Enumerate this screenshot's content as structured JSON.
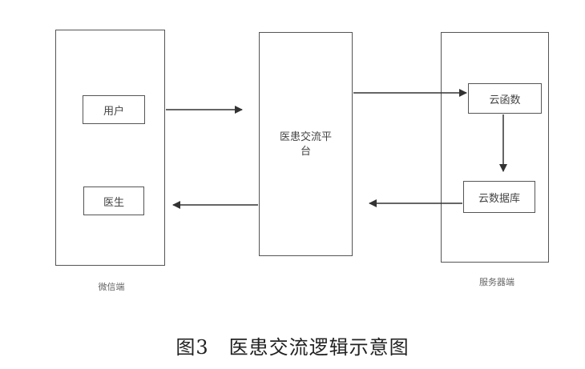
{
  "diagram": {
    "wechat_panel": {
      "caption": "微信端",
      "user_label": "用户",
      "doctor_label": "医生"
    },
    "platform": {
      "line1": "医患交流平",
      "line2": "台"
    },
    "server_panel": {
      "caption": "服务器端",
      "cloud_function_label": "云函数",
      "cloud_database_label": "云数据库"
    },
    "figure_caption": "图3　医患交流逻辑示意图"
  }
}
